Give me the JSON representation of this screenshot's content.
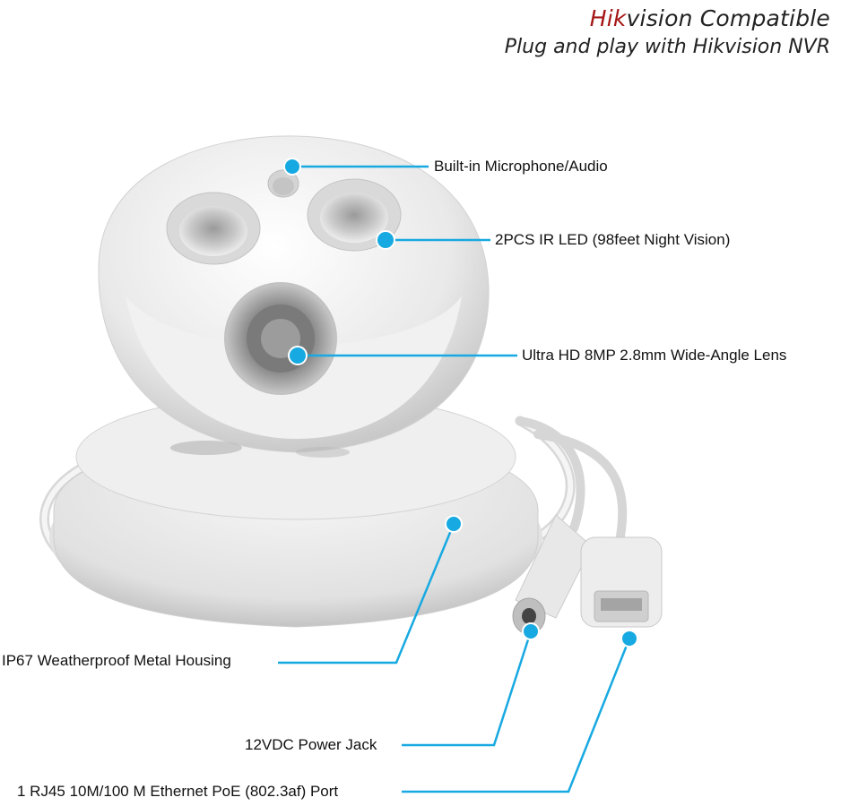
{
  "header": {
    "brand_highlight": "Hik",
    "brand_rest": "vision Compatible",
    "subtitle": "Plug and play with Hikvision NVR"
  },
  "callouts": {
    "microphone": "Built-in Microphone/Audio",
    "ir_led": "2PCS IR LED (98feet Night Vision)",
    "lens": "Ultra HD 8MP 2.8mm Wide-Angle Lens",
    "housing": "IP67 Weatherproof Metal Housing",
    "power_jack": "12VDC Power Jack",
    "ethernet": "1 RJ45 10M/100 M Ethernet PoE (802.3af) Port"
  },
  "colors": {
    "accent": "#17a9e1",
    "brand_red": "#a51616",
    "text": "#111111"
  }
}
